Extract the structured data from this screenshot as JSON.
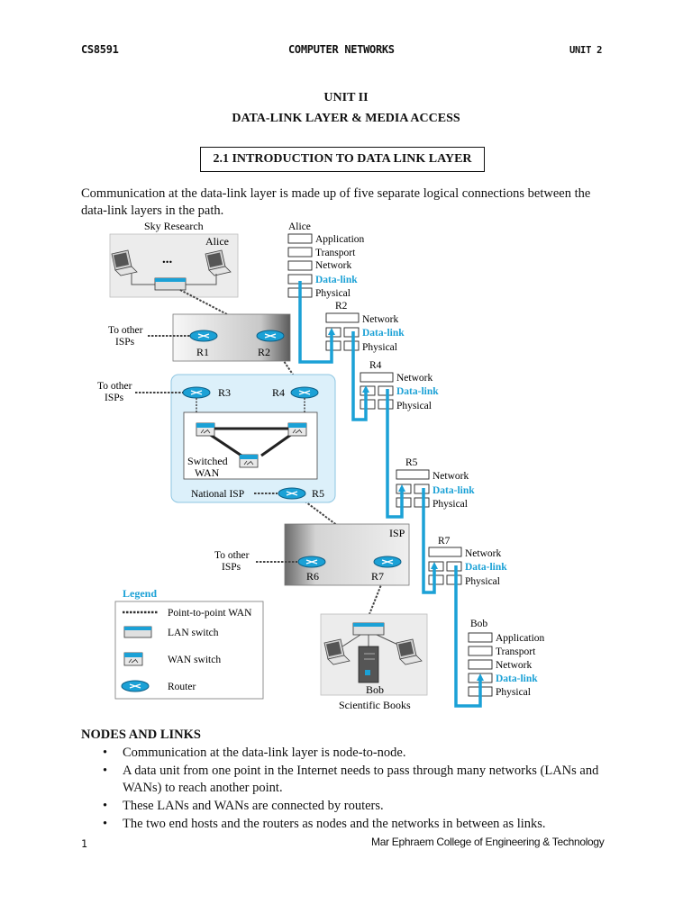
{
  "header": {
    "course_code": "CS8591",
    "course_title": "COMPUTER NETWORKS",
    "unit_label": "UNIT 2"
  },
  "titles": {
    "unit": "UNIT II",
    "subtitle": "DATA-LINK LAYER & MEDIA ACCESS",
    "section": "2.1 INTRODUCTION TO DATA LINK LAYER"
  },
  "intro": "Communication at the data-link layer is made up of five separate logical connections between the data-link layers in the path.",
  "diagram": {
    "sky_research": "Sky Research",
    "alice": "Alice",
    "dots": "...",
    "to_other_isps": "To other\nISPs",
    "r1": "R1",
    "r2": "R2",
    "r3": "R3",
    "r4": "R4",
    "r5": "R5",
    "r6": "R6",
    "r7": "R7",
    "switched_wan": "Switched\nWAN",
    "national_isp": "National ISP",
    "isp": "ISP",
    "bob": "Bob",
    "scientific_books": "Scientific Books",
    "layer_application": "Application",
    "layer_transport": "Transport",
    "layer_network": "Network",
    "layer_datalink": "Data-link",
    "layer_physical": "Physical",
    "legend_title": "Legend",
    "legend_p2p": "Point-to-point WAN",
    "legend_lan_switch": "LAN switch",
    "legend_wan_switch": "WAN switch",
    "legend_router": "Router",
    "colors": {
      "accent": "#1ba1d6",
      "cloud_light": "#dcf0fa",
      "dark_gray": "#6c6c6c"
    }
  },
  "nodes_links": {
    "heading": "NODES AND LINKS",
    "bullets": [
      "Communication at the data-link layer is node-to-node.",
      "A data unit from one point in the Internet needs to pass through many networks (LANs and WANs) to reach another point.",
      "These LANs and WANs are connected by routers.",
      "The two end hosts and the routers as nodes and the networks in between as links."
    ]
  },
  "footer": {
    "page_number": "1",
    "college": "Mar Ephraem College of Engineering & Technology"
  }
}
